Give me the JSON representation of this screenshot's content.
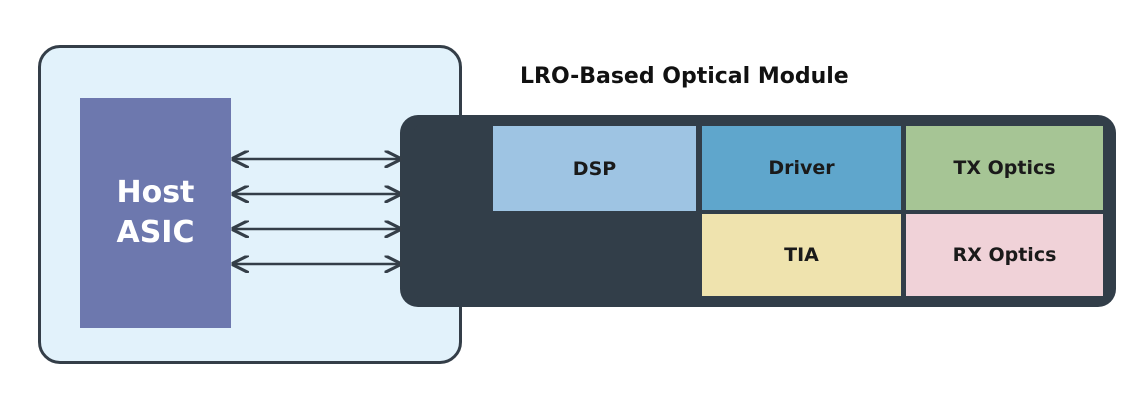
{
  "host": {
    "asic_label": "Host\nASIC"
  },
  "module": {
    "title": "LRO-Based Optical Module",
    "blocks": {
      "dsp": "DSP",
      "driver": "Driver",
      "tx_optics": "TX Optics",
      "tia": "TIA",
      "rx_optics": "RX Optics"
    }
  },
  "links": {
    "count": 4
  },
  "colors": {
    "board_fill": "#e2f2fb",
    "board_border": "#343e48",
    "asic": "#6d78ae",
    "module": "#323e49",
    "dsp": "#9ec4e3",
    "driver": "#5fa6cc",
    "tx_optics": "#a6c595",
    "tia": "#efe3ae",
    "rx_optics": "#f0d2d8"
  }
}
